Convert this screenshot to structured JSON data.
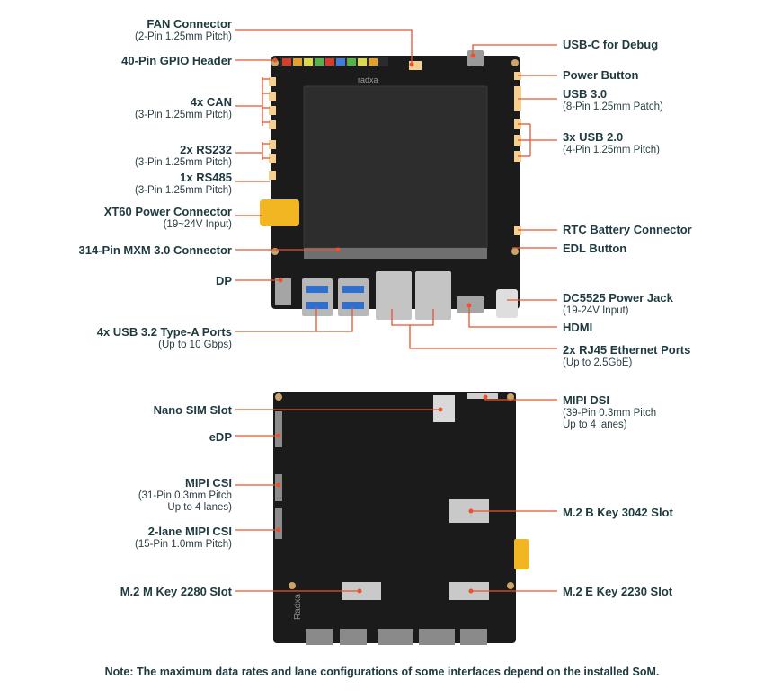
{
  "colors": {
    "accent": "#e8532f",
    "text": "#1e3a3f",
    "pcb": "#1b1b1b",
    "connector": "#f4cf8f",
    "xt60": "#f2b623"
  },
  "labels_left_top": [
    {
      "title": "FAN Connector",
      "sub": "(2-Pin 1.25mm Pitch)"
    },
    {
      "title": "40-Pin GPIO Header",
      "sub": ""
    },
    {
      "title": "4x CAN",
      "sub": "(3-Pin 1.25mm Pitch)"
    },
    {
      "title": "2x RS232",
      "sub": "(3-Pin 1.25mm Pitch)"
    },
    {
      "title": "1x RS485",
      "sub": "(3-Pin 1.25mm Pitch)"
    },
    {
      "title": "XT60 Power Connector",
      "sub": "(19~24V Input)"
    },
    {
      "title": "314-Pin MXM 3.0 Connector",
      "sub": ""
    },
    {
      "title": "DP",
      "sub": ""
    },
    {
      "title": "4x USB 3.2 Type-A Ports",
      "sub": "(Up to 10 Gbps)"
    }
  ],
  "labels_right_top": [
    {
      "title": "USB-C for Debug",
      "sub": ""
    },
    {
      "title": "Power Button",
      "sub": ""
    },
    {
      "title": "USB 3.0",
      "sub": "(8-Pin 1.25mm Patch)"
    },
    {
      "title": "3x USB 2.0",
      "sub": "(4-Pin 1.25mm Pitch)"
    },
    {
      "title": "RTC Battery Connector",
      "sub": ""
    },
    {
      "title": "EDL Button",
      "sub": ""
    },
    {
      "title": "DC5525 Power Jack",
      "sub": "(19-24V Input)"
    },
    {
      "title": "HDMI",
      "sub": ""
    },
    {
      "title": "2x RJ45 Ethernet Ports",
      "sub": "(Up to 2.5GbE)"
    }
  ],
  "labels_left_bottom": [
    {
      "title": "Nano SIM Slot",
      "sub": ""
    },
    {
      "title": "eDP",
      "sub": ""
    },
    {
      "title": "MIPI CSI",
      "sub": "(31-Pin 0.3mm Pitch\nUp to 4 lanes)"
    },
    {
      "title": "2-lane MIPI CSI",
      "sub": "(15-Pin 1.0mm Pitch)"
    },
    {
      "title": "M.2 M Key 2280 Slot",
      "sub": ""
    }
  ],
  "labels_right_bottom": [
    {
      "title": "MIPI DSI",
      "sub": "(39-Pin 0.3mm Pitch\nUp to 4 lanes)"
    },
    {
      "title": "M.2 B Key 3042 Slot",
      "sub": ""
    },
    {
      "title": "M.2 E Key 2230 Slot",
      "sub": ""
    }
  ],
  "board_prints": {
    "brand_top": "radxa",
    "brand_bottom": "Radxa"
  },
  "note": "Note: The maximum data rates and lane configurations of some interfaces depend on the installed SoM."
}
